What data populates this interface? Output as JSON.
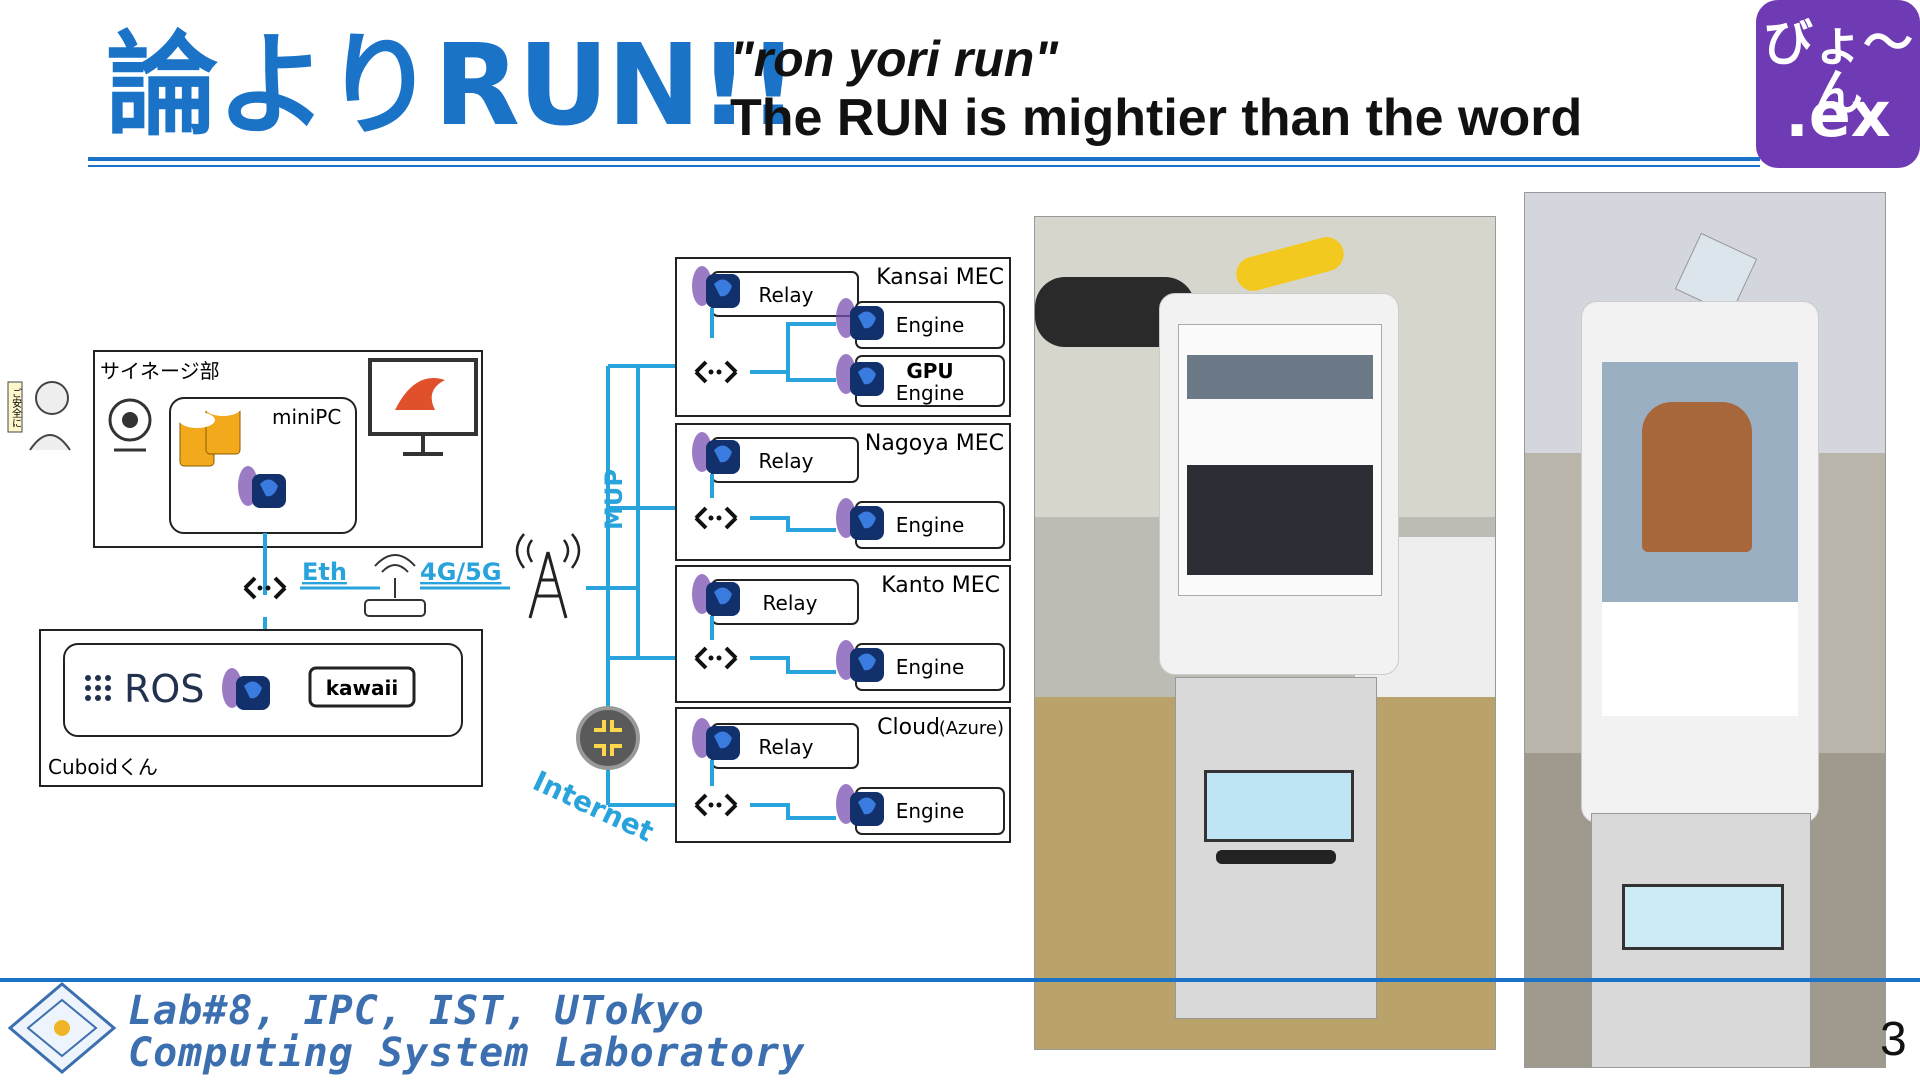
{
  "header": {
    "title": "論よりRUN!!",
    "subtitle_quote": "\"ron yori run\"",
    "subtitle": "The RUN is mightier than the word"
  },
  "logo": {
    "line1": "びょ〜ん",
    "line2": ".ex"
  },
  "diagram": {
    "signage_label": "サイネージ部",
    "minipc_label": "miniPC",
    "eth_label": "Eth",
    "cellular_label": "4G/5G",
    "mup_label": "MUP",
    "internet_label": "Internet",
    "ros_label": "ROS",
    "kawaii_label": "kawaii",
    "cuboid_label": "Cuboidくん",
    "mascot_sign": "ご安全に",
    "regions": [
      {
        "name": "Kansai MEC",
        "relay": "Relay",
        "engine": "Engine",
        "gpu": "GPU",
        "gpu_engine": "Engine"
      },
      {
        "name": "Nagoya MEC",
        "relay": "Relay",
        "engine": "Engine"
      },
      {
        "name": "Kanto MEC",
        "relay": "Relay",
        "engine": "Engine"
      },
      {
        "name": "Cloud",
        "name_suffix": "(Azure)",
        "relay": "Relay",
        "engine": "Engine"
      }
    ]
  },
  "footer": {
    "line1": "Lab#8, IPC, IST, UTokyo",
    "line2": "Computing System Laboratory",
    "page": "3"
  },
  "colors": {
    "accent": "#1a73c7",
    "logo_bg": "#6f3bb5",
    "link": "#29a3dc"
  }
}
